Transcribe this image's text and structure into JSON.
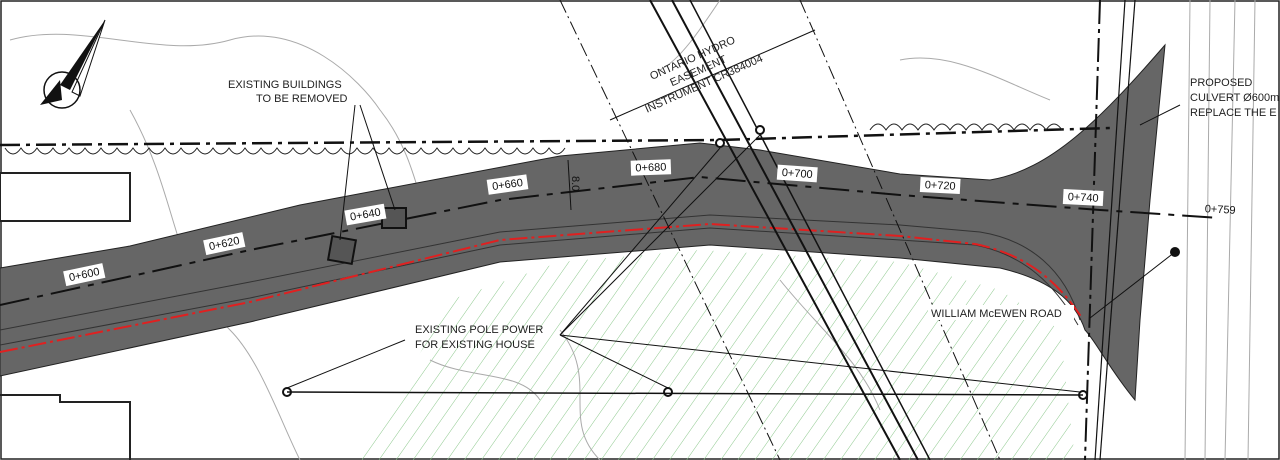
{
  "labels": {
    "buildings_line1": "EXISTING BUILDINGS",
    "buildings_line2": "TO BE REMOVED",
    "hydro_line1": "ONTARIO HYDRO",
    "hydro_line2": "EASEMENT",
    "hydro_line3": "INSTRUMENT CR384004",
    "culvert_line1": "PROPOSED",
    "culvert_line2": "CULVERT Ø600m",
    "culvert_line3": "REPLACE THE E",
    "pole_line1": "EXISTING POLE POWER",
    "pole_line2": "FOR EXISTING HOUSE",
    "road_name": "WILLIAM McEWEN ROAD",
    "width_dim": "8.0"
  },
  "stations": [
    "0+600",
    "0+620",
    "0+640",
    "0+660",
    "0+680",
    "0+700",
    "0+720",
    "0+740",
    "0+759"
  ],
  "colors": {
    "road": "#666666",
    "ditch_line": "#e02020",
    "hatch": "#8cc88c",
    "contour": "#aaaaaa",
    "linework": "#111111"
  }
}
